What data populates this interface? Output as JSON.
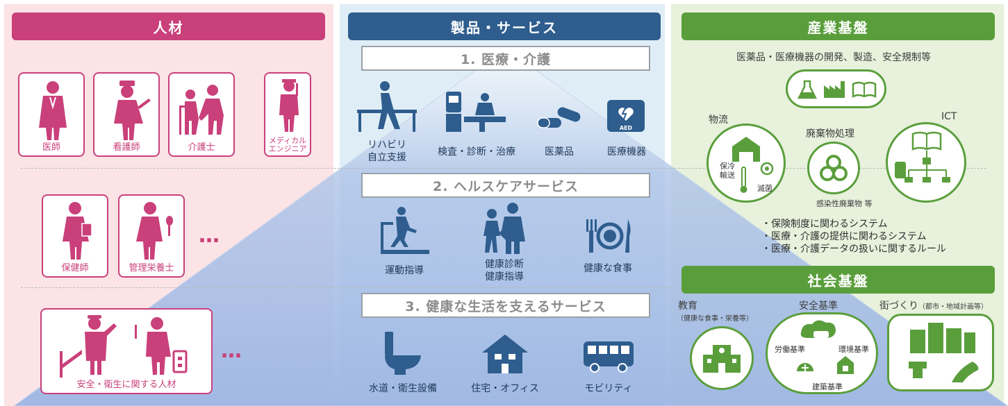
{
  "colors": {
    "people": "#c9407a",
    "products": "#2e5d8e",
    "industry": "#5a9e3c"
  },
  "people": {
    "header": "人材",
    "row1": [
      "医師",
      "看護師",
      "介護士",
      "メディカル",
      "エンジニア"
    ],
    "row2": [
      "保健師",
      "管理栄養士"
    ],
    "row3": "安全・衛生に関する人材",
    "ellipsis": "…"
  },
  "products": {
    "header": "製品・サービス",
    "categories": [
      "1. 医療・介護",
      "2. ヘルスケアサービス",
      "3. 健康な生活を支えるサービス"
    ],
    "row1": [
      "リハビリ",
      "自立支援",
      "検査・診断・治療",
      "医薬品",
      "医療機器"
    ],
    "row2": [
      "運動指導",
      "健康診断",
      "健康指導",
      "健康な食事"
    ],
    "row3": [
      "水道・衛生設備",
      "住宅・オフィス",
      "モビリティ"
    ],
    "aed": "AED"
  },
  "industry": {
    "header": "産業基盤",
    "subtitle": "医薬品・医療機器の開発、製造、安全規制等",
    "logistics": {
      "label": "物流",
      "temp1": "保冷",
      "temp2": "輸送",
      "sterile": "滅菌"
    },
    "waste": {
      "label": "廃棄物処理",
      "caption": "感染性廃棄物 等"
    },
    "ict": {
      "label": "ICT"
    },
    "bullets": [
      "・保険制度に関わるシステム",
      "・医療・介護の提供に関わるシステム",
      "・医療・介護データの扱いに関するルール"
    ]
  },
  "social": {
    "header": "社会基盤",
    "education": "教育",
    "education_sub": "（健康な食事・栄養等）",
    "safety": "安全基準",
    "labor": "労働基準",
    "environment": "環境基準",
    "building": "建築基準",
    "town": "街づくり",
    "town_sub": "（都市・地域計画等）"
  }
}
